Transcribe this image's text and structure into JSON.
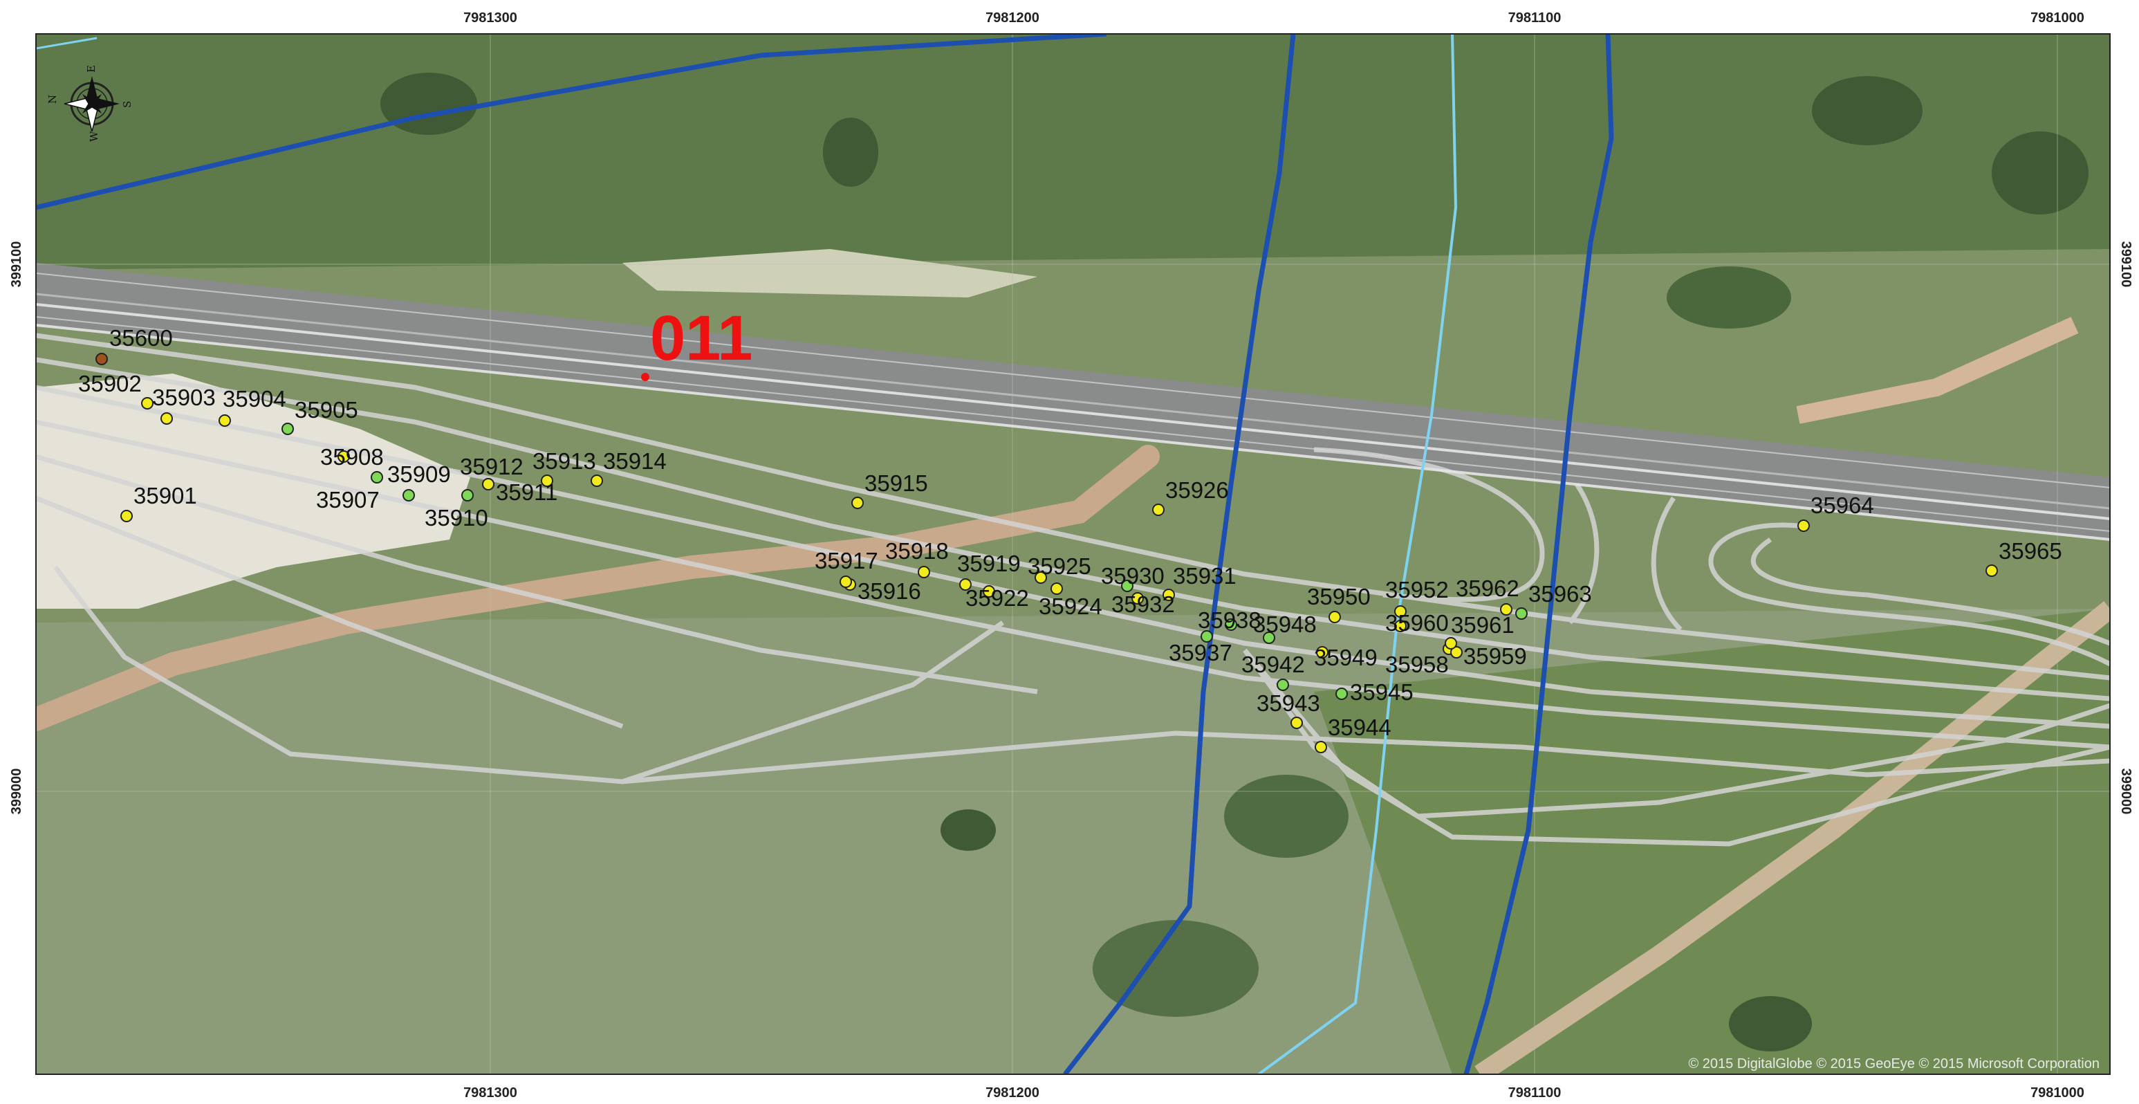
{
  "map": {
    "area_label": "011",
    "copyright": "© 2015 DigitalGlobe © 2015 GeoEye © 2015 Microsoft Corporation",
    "top_ticks": [
      "7981300",
      "7981200",
      "7981100",
      "7981000"
    ],
    "bottom_ticks": [
      "7981300",
      "7981200",
      "7981100",
      "7981000"
    ],
    "left_ticks": [
      "399100",
      "399000"
    ],
    "right_ticks": [
      "399100",
      "399000"
    ],
    "compass": {
      "n": "N",
      "e": "E",
      "s": "S",
      "w": "W"
    },
    "colors": {
      "yellow_point": "#f2ec1c",
      "green_point": "#7ed957",
      "brown_point": "#a0521d",
      "boundary_dark": "#1d4fb0",
      "boundary_light": "#7fd3f0",
      "survey_lines": "#d4d4d4",
      "area_label": "#ee1111"
    }
  },
  "points": [
    {
      "id": "35600",
      "color": "brown"
    },
    {
      "id": "35901",
      "color": "yellow"
    },
    {
      "id": "35902",
      "color": "yellow"
    },
    {
      "id": "35903",
      "color": "yellow"
    },
    {
      "id": "35904",
      "color": "yellow"
    },
    {
      "id": "35905",
      "color": "green"
    },
    {
      "id": "35907",
      "color": "green"
    },
    {
      "id": "35908",
      "color": "yellow"
    },
    {
      "id": "35909",
      "color": "green"
    },
    {
      "id": "35910",
      "color": "green"
    },
    {
      "id": "35911",
      "color": "yellow"
    },
    {
      "id": "35912",
      "color": "yellow"
    },
    {
      "id": "35913",
      "color": "yellow"
    },
    {
      "id": "35914",
      "color": "yellow"
    },
    {
      "id": "35915",
      "color": "yellow"
    },
    {
      "id": "35916",
      "color": "yellow"
    },
    {
      "id": "35917",
      "color": "yellow"
    },
    {
      "id": "35918",
      "color": "yellow"
    },
    {
      "id": "35919",
      "color": "yellow"
    },
    {
      "id": "35922",
      "color": "yellow"
    },
    {
      "id": "35924",
      "color": "yellow"
    },
    {
      "id": "35925",
      "color": "yellow"
    },
    {
      "id": "35926",
      "color": "yellow"
    },
    {
      "id": "35930",
      "color": "green"
    },
    {
      "id": "35931",
      "color": "yellow"
    },
    {
      "id": "35932",
      "color": "yellow"
    },
    {
      "id": "35937",
      "color": "green"
    },
    {
      "id": "35938",
      "color": "green"
    },
    {
      "id": "35942",
      "color": "green"
    },
    {
      "id": "35943",
      "color": "yellow"
    },
    {
      "id": "35944",
      "color": "yellow"
    },
    {
      "id": "35945",
      "color": "green"
    },
    {
      "id": "35948",
      "color": "green"
    },
    {
      "id": "35949",
      "color": "yellow"
    },
    {
      "id": "35950",
      "color": "yellow"
    },
    {
      "id": "35952",
      "color": "yellow"
    },
    {
      "id": "35958",
      "color": "yellow"
    },
    {
      "id": "35959",
      "color": "yellow"
    },
    {
      "id": "35960",
      "color": "yellow"
    },
    {
      "id": "35961",
      "color": "yellow"
    },
    {
      "id": "35962",
      "color": "yellow"
    },
    {
      "id": "35963",
      "color": "green"
    },
    {
      "id": "35964",
      "color": "yellow"
    },
    {
      "id": "35965",
      "color": "yellow"
    }
  ]
}
